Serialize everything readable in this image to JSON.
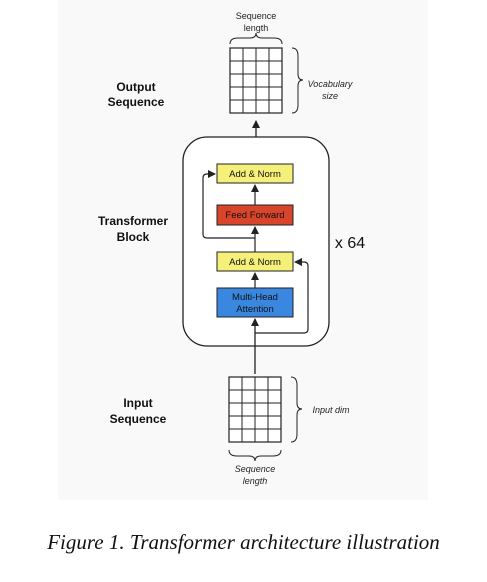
{
  "colors": {
    "add_norm": "#f5f07a",
    "feed_forward": "#d8452a",
    "attention": "#3a87e0",
    "stroke": "#222222"
  },
  "output": {
    "top_label_line1": "Sequence",
    "top_label_line2": "length",
    "side_label_line1": "Output",
    "side_label_line2": "Sequence",
    "right_label_line1": "Vocabulary",
    "right_label_line2": "size"
  },
  "block": {
    "side_label_line1": "Transformer",
    "side_label_line2": "Block",
    "add_norm_top": "Add & Norm",
    "feed_forward": "Feed Forward",
    "add_norm_bottom": "Add & Norm",
    "attention_line1": "Multi-Head",
    "attention_line2": "Attention",
    "repeat": "x 64"
  },
  "input": {
    "side_label_line1": "Input",
    "side_label_line2": "Sequence",
    "right_label": "Input dim",
    "bottom_label_line1": "Sequence",
    "bottom_label_line2": "length"
  },
  "caption": "Figure 1. Transformer architecture illustration"
}
